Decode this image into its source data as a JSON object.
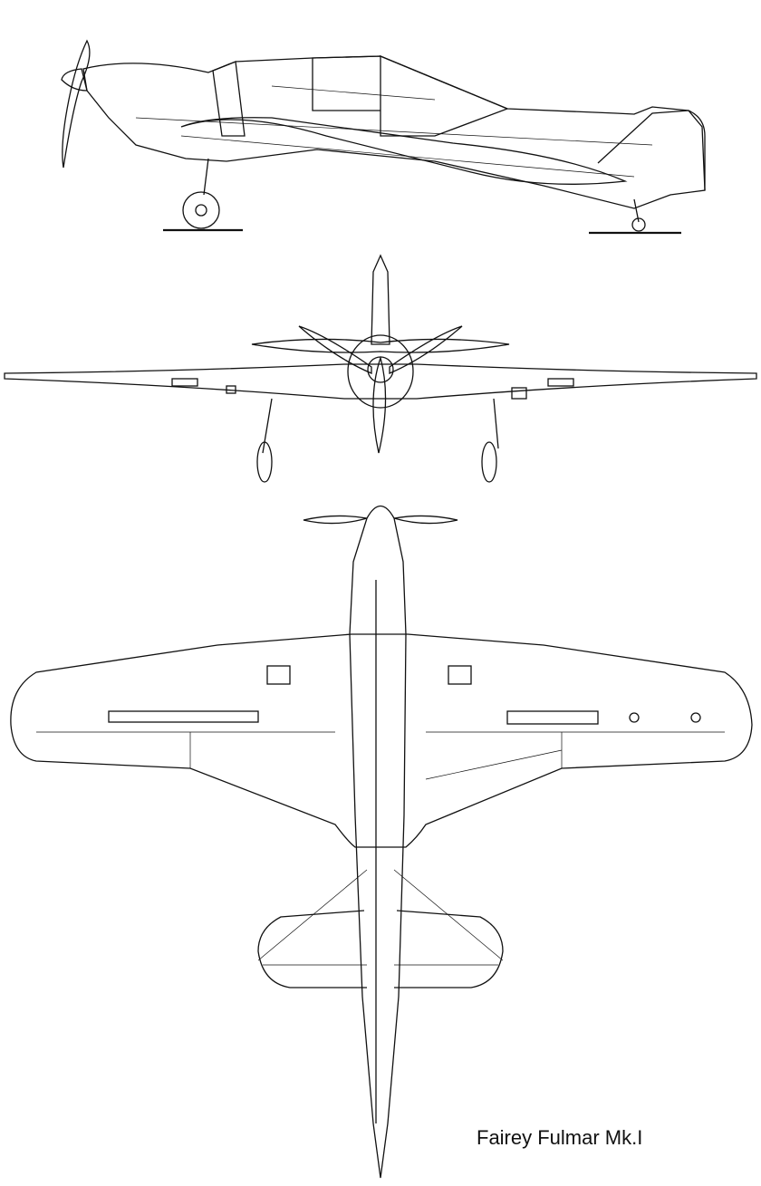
{
  "drawing": {
    "caption": "Fairey Fulmar Mk.I",
    "views": [
      "side-view",
      "front-view",
      "top-view"
    ],
    "line_color": "#111111",
    "background": "#ffffff"
  }
}
